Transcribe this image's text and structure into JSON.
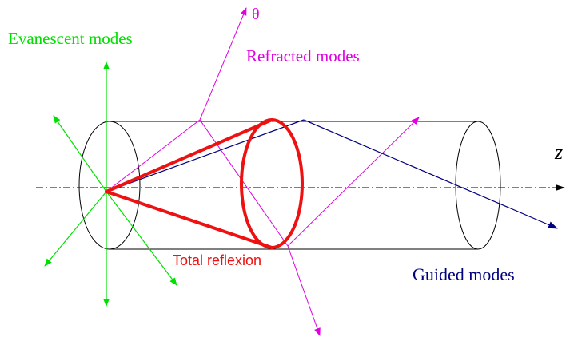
{
  "labels": {
    "theta": "θ",
    "evanescent": "Evanescent modes",
    "refracted": "Refracted modes",
    "z_axis": "z",
    "total_reflexion": "Total reflexion",
    "guided": "Guided modes"
  },
  "colors": {
    "evanescent": "#00e000",
    "refracted": "#e000e0",
    "reflexion": "#ee1111",
    "guided": "#000080",
    "fiber": "#000000"
  }
}
